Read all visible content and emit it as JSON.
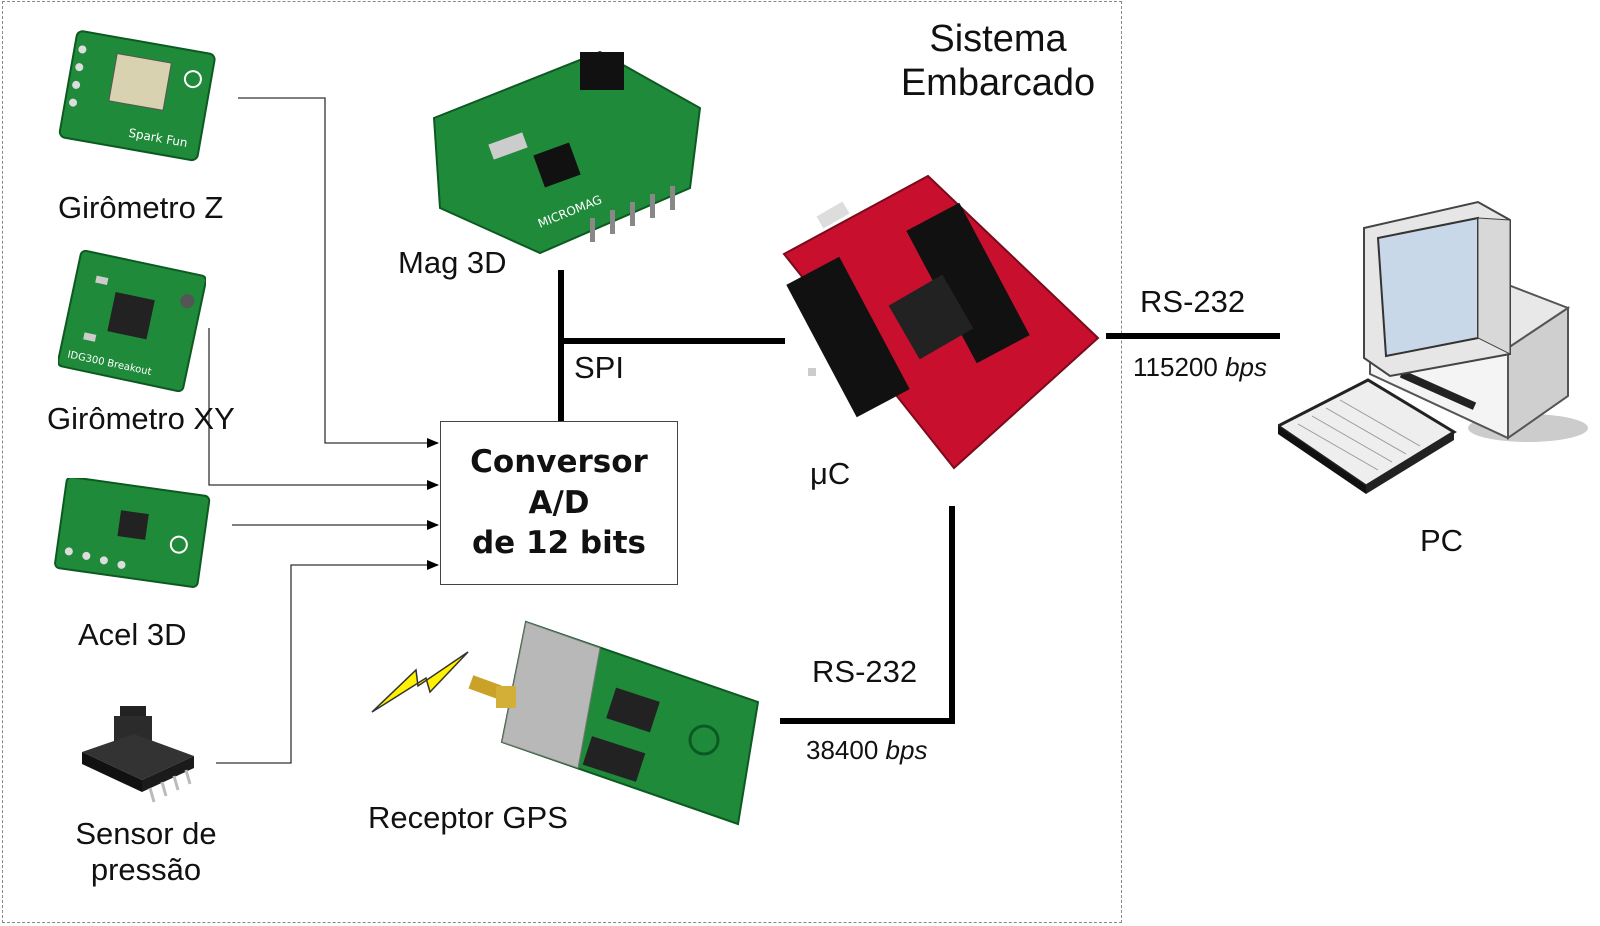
{
  "region": {
    "title_line1": "Sistema",
    "title_line2": "Embarcado"
  },
  "sensors": {
    "gyro_z": "Girômetro Z",
    "gyro_xy": "Girômetro XY",
    "accel": "Acel 3D",
    "pressure_line1": "Sensor de",
    "pressure_line2": "pressão",
    "mag": "Mag 3D",
    "gps": "Receptor GPS"
  },
  "converter": {
    "line1": "Conversor",
    "line2": "A/D",
    "line3": "de 12 bits"
  },
  "bus": {
    "spi": "SPI"
  },
  "micro": {
    "label": "μC"
  },
  "gps_link": {
    "protocol": "RS-232",
    "rate": "38400",
    "unit": "bps"
  },
  "pc_link": {
    "protocol": "RS-232",
    "rate": "115200",
    "unit": "bps"
  },
  "pc": {
    "label": "PC"
  },
  "colors": {
    "board_green": "#1f8a3a",
    "mcu_red": "#c8102e",
    "signal": "#fff200",
    "wire": "#000000"
  }
}
